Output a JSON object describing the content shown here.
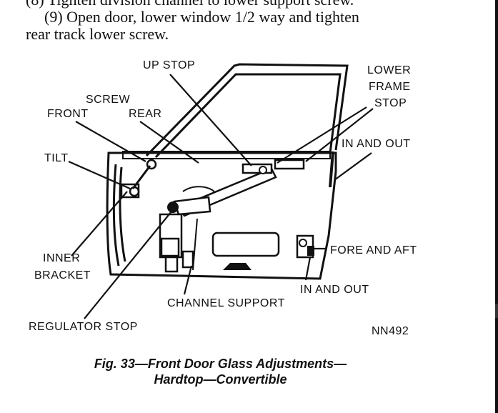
{
  "text": {
    "line_prev": "(8) Tighten division channel to lower support screw.",
    "step_9_a": "(9) Open door, lower window 1/2 way and tighten",
    "step_9_b": "rear track lower screw."
  },
  "labels": {
    "up_stop": "UP STOP",
    "lower": "LOWER",
    "frame": "FRAME",
    "stop": "STOP",
    "screw": "SCREW",
    "front": "FRONT",
    "rear": "REAR",
    "in_and_out_top": "IN AND OUT",
    "tilt": "TILT",
    "inner": "INNER",
    "bracket": "BRACKET",
    "fore_and_aft": "FORE AND AFT",
    "in_and_out_bottom": "IN AND OUT",
    "channel_support": "CHANNEL SUPPORT",
    "regulator_stop": "REGULATOR STOP",
    "figure_code": "NN492"
  },
  "caption": {
    "line1": "Fig. 33—Front Door Glass Adjustments—",
    "line2": "Hardtop—Convertible"
  }
}
